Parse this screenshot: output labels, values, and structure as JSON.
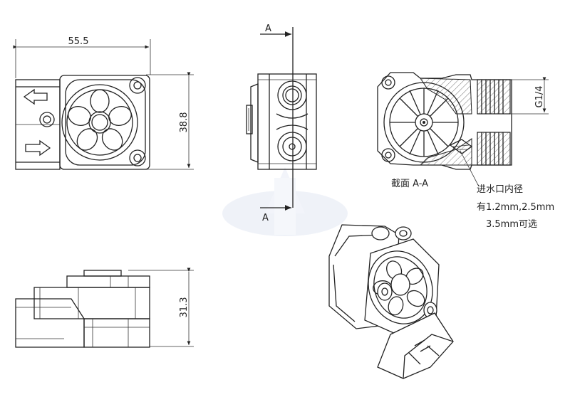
{
  "dimensions": {
    "width": "55.5",
    "height": "38.8",
    "depth": "31.3",
    "thread": "G1/4"
  },
  "section": {
    "marker_top": "A",
    "marker_bottom": "A",
    "caption": "截面  A-A"
  },
  "note": {
    "line1": "进水口内径",
    "line2": "有1.2mm,2.5mm",
    "line3": "3.5mm可选"
  },
  "colors": {
    "line": "#222222",
    "watermark": "#dfe5f2"
  }
}
